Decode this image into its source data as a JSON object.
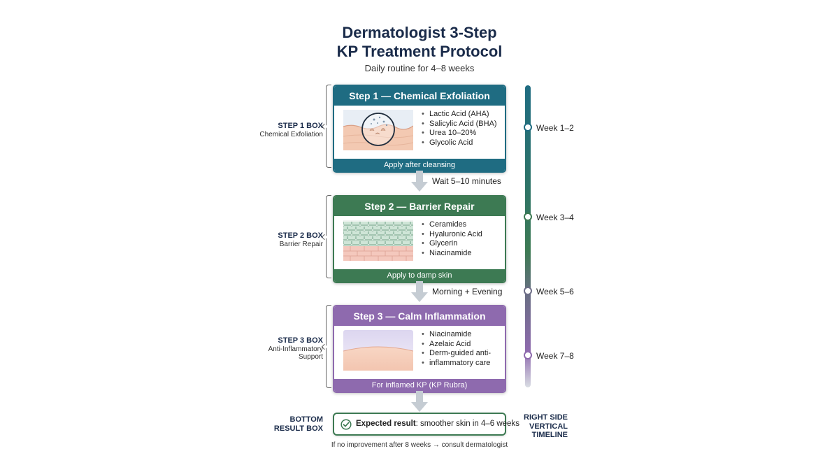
{
  "header": {
    "title_line1": "Dermatologist 3-Step",
    "title_line2": "KP Treatment Protocol",
    "subtitle": "Daily routine for 4–8 weeks"
  },
  "steps": [
    {
      "title": "Step 1 — Chemical Exfoliation",
      "ingredients": [
        "Lactic Acid (AHA)",
        "Salicylic Acid (BHA)",
        "Urea 10–20%",
        "Glycolic Acid"
      ],
      "footer": "Apply after cleansing",
      "side_label": "STEP 1 BOX",
      "side_sub": "Chemical Exfoliation",
      "color": "#1f6c82",
      "icon": "skin-magnify-illustration"
    },
    {
      "title": "Step 2 — Barrier Repair",
      "ingredients": [
        "Ceramides",
        "Hyaluronic Acid",
        "Glycerin",
        "Niacinamide"
      ],
      "footer": "Apply to damp skin",
      "side_label": "STEP 2 BOX",
      "side_sub": "Barrier Repair",
      "color": "#3d7a53",
      "icon": "skin-barrier-illustration"
    },
    {
      "title": "Step 3 — Calm Inflammation",
      "ingredients": [
        "Niacinamide",
        "Azelaic Acid",
        "Derm-guided anti-",
        "inflammatory care"
      ],
      "footer": "For inflamed KP (KP Rubra)",
      "side_label": "STEP 3 BOX",
      "side_sub_line1": "Anti-Inflammatory",
      "side_sub_line2": "Support",
      "color": "#8e6aae",
      "icon": "calm-skin-illustration"
    }
  ],
  "connectors": [
    "Wait 5–10 minutes",
    "Morning + Evening"
  ],
  "timeline": {
    "labels": [
      "Week 1–2",
      "Week 3–4",
      "Week 5–6",
      "Week 7–8"
    ],
    "caption_line1": "RIGHT SIDE",
    "caption_line2": "VERTICAL",
    "caption_line3": "TIMELINE"
  },
  "result": {
    "label": "Expected result",
    "text": ": smoother skin in 4–6 weeks",
    "side_line1": "BOTTOM",
    "side_line2": "RESULT BOX",
    "note": "If no improvement after 8 weeks → consult dermatologist",
    "icon": "check-circle-icon"
  }
}
